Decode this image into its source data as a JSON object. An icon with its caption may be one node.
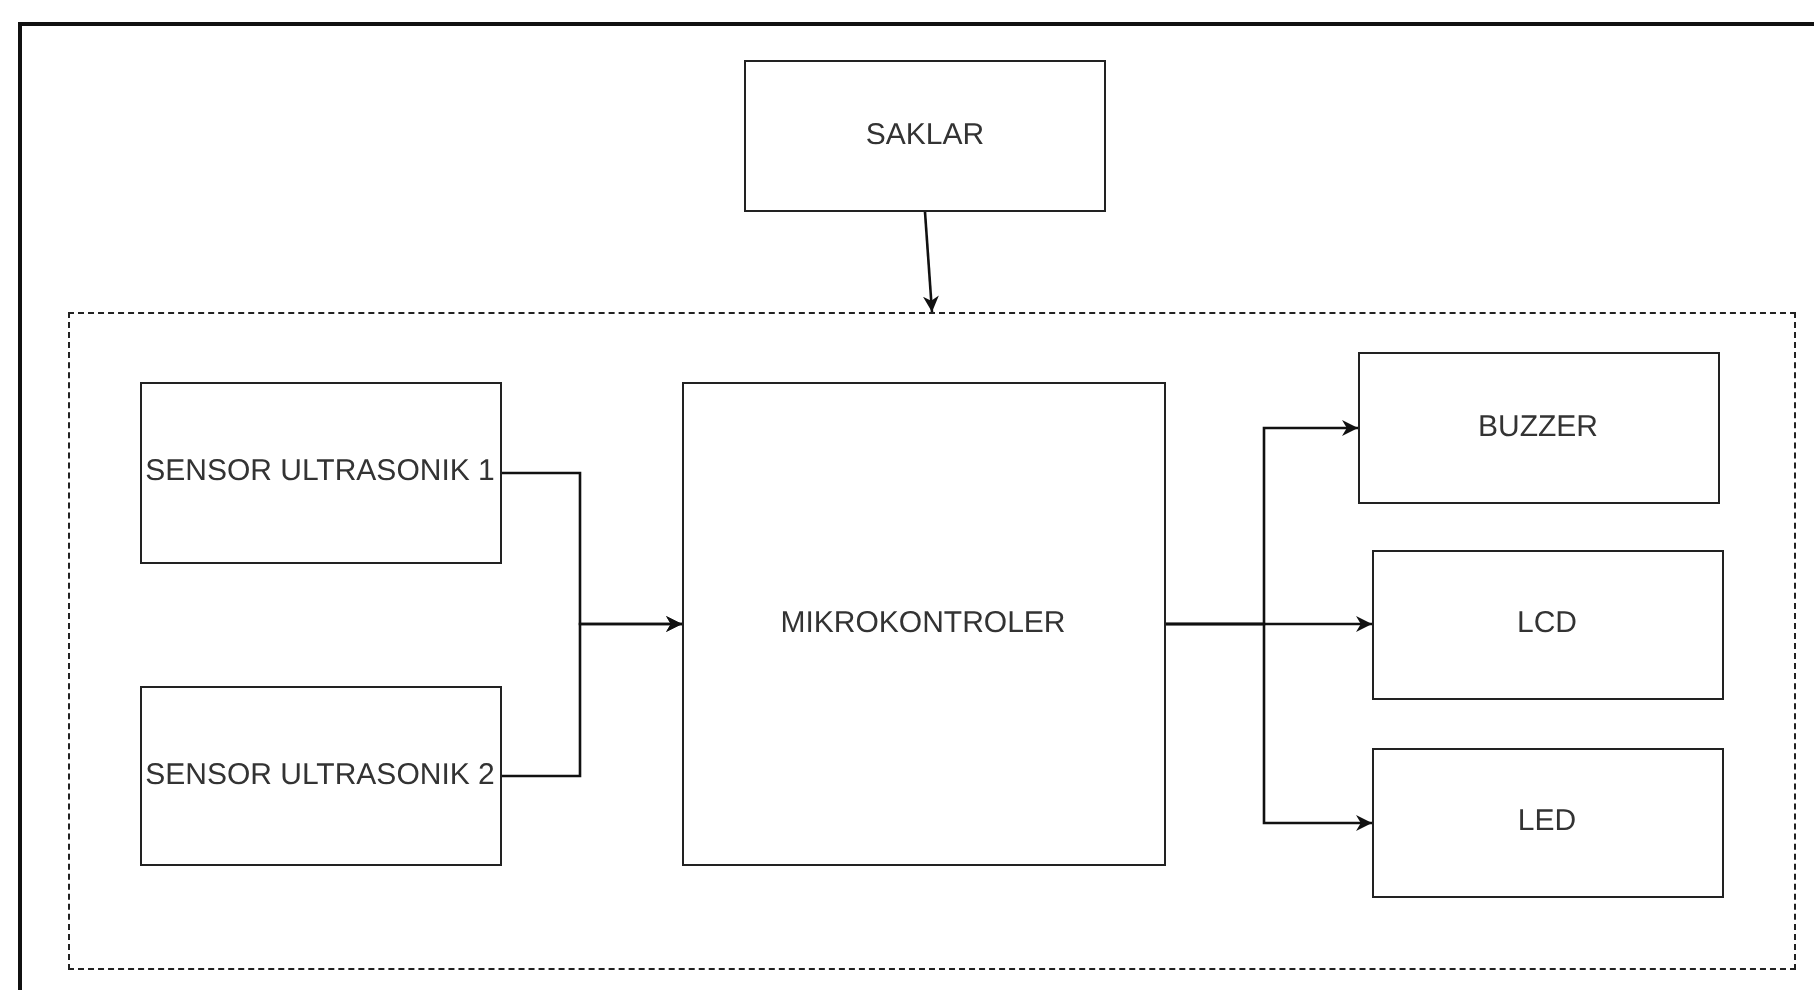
{
  "diagram": {
    "nodes": [
      {
        "text": [
          "SAKLAR"
        ]
      },
      {
        "text": [],
        "shape": "box"
      },
      {
        "text": [
          "SENSOR ULTRASONIK 1"
        ],
        "in": 1
      },
      {
        "text": [
          "SENSOR ULTRASONIK 2"
        ],
        "in": 1
      },
      {
        "text": [
          "MIKROKONTROLER"
        ],
        "in": 1
      },
      {
        "text": [
          "BUZZER"
        ],
        "in": 1
      },
      {
        "text": [
          "LCD"
        ],
        "in": 1
      },
      {
        "text": [
          "LED"
        ],
        "in": 1
      }
    ],
    "edges": [
      {
        "from": 0,
        "to": 1,
        "arrow": "to"
      },
      {
        "from": 2,
        "to": 4,
        "arrow": "to"
      },
      {
        "from": 3,
        "to": 4,
        "arrow": "to"
      },
      {
        "from": 4,
        "to": 5,
        "arrow": "to"
      },
      {
        "from": 4,
        "to": 6,
        "arrow": "to"
      },
      {
        "from": 4,
        "to": 7,
        "arrow": "to"
      }
    ]
  }
}
